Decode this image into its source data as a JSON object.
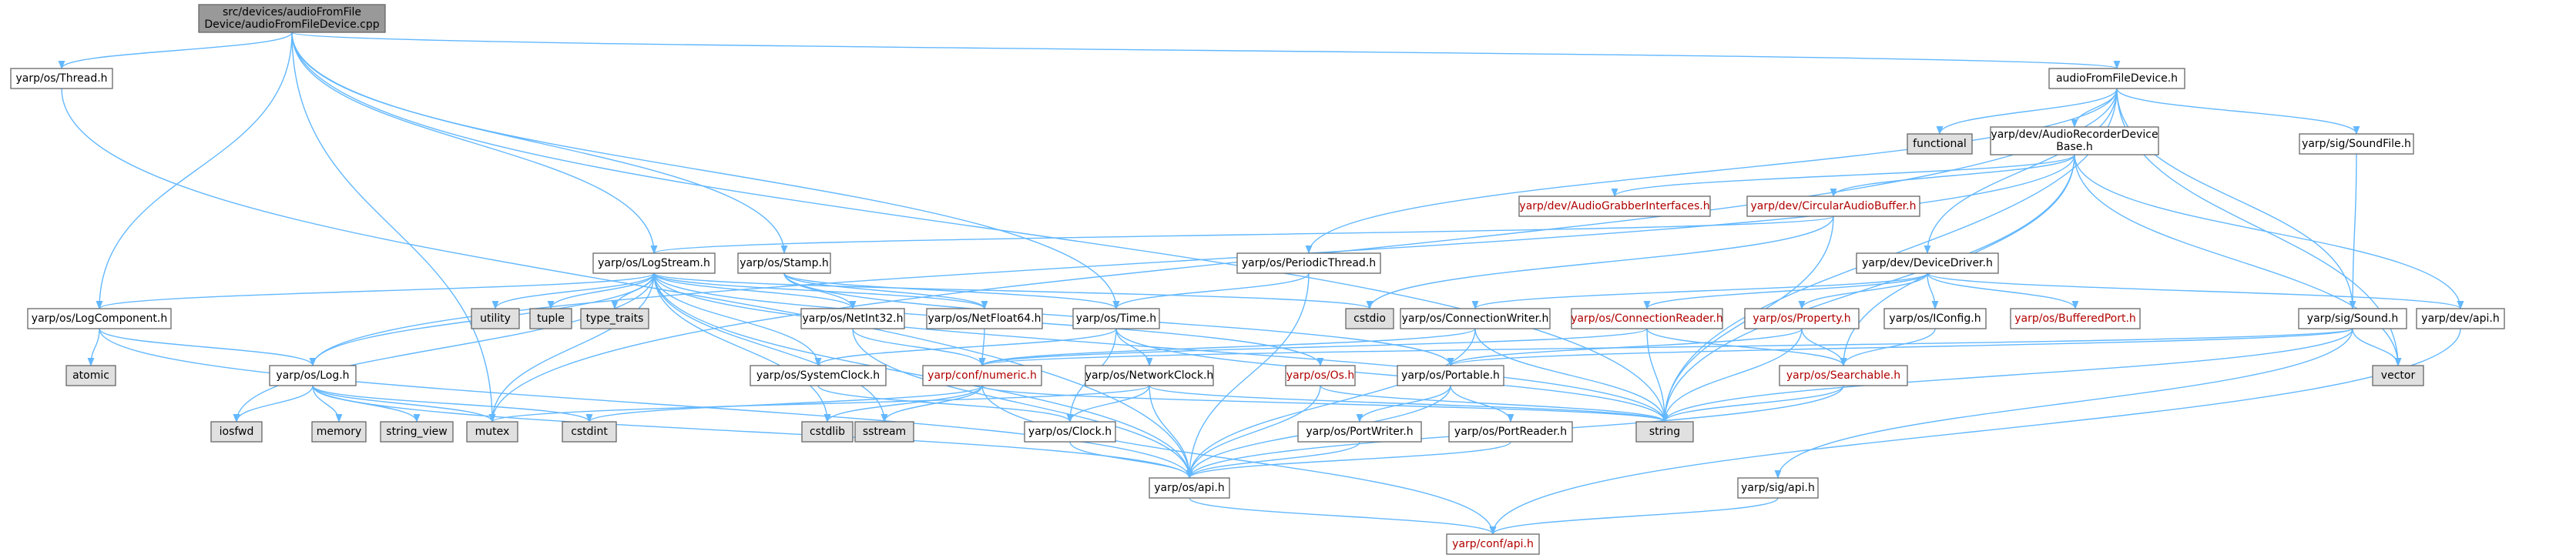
{
  "colors": {
    "edge": "#63b8ff",
    "node_fill": "#ffffff",
    "node_border": "#666666",
    "root_fill": "#999999",
    "system_fill": "#e0e0e0",
    "system_border": "#999999",
    "incomplete_border": "#ff0000",
    "text": "#000000"
  },
  "nodes": {
    "root": {
      "label": [
        "src/devices/audioFromFile",
        "Device/audioFromFileDevice.cpp"
      ],
      "kind": "root"
    },
    "thread": {
      "label": [
        "yarp/os/Thread.h"
      ],
      "kind": "normal"
    },
    "afd": {
      "label": [
        "audioFromFileDevice.h"
      ],
      "kind": "normal"
    },
    "functional": {
      "label": [
        "functional"
      ],
      "kind": "system"
    },
    "arbase": {
      "label": [
        "yarp/dev/AudioRecorderDevice",
        "Base.h"
      ],
      "kind": "normal"
    },
    "soundfile": {
      "label": [
        "yarp/sig/SoundFile.h"
      ],
      "kind": "normal"
    },
    "agi": {
      "label": [
        "yarp/dev/AudioGrabberInterfaces.h"
      ],
      "kind": "incomplete"
    },
    "cab": {
      "label": [
        "yarp/dev/CircularAudioBuffer.h"
      ],
      "kind": "incomplete"
    },
    "logstream": {
      "label": [
        "yarp/os/LogStream.h"
      ],
      "kind": "normal"
    },
    "stamp": {
      "label": [
        "yarp/os/Stamp.h"
      ],
      "kind": "normal"
    },
    "periodic": {
      "label": [
        "yarp/os/PeriodicThread.h"
      ],
      "kind": "normal"
    },
    "devdriver": {
      "label": [
        "yarp/dev/DeviceDriver.h"
      ],
      "kind": "normal"
    },
    "logcomp": {
      "label": [
        "yarp/os/LogComponent.h"
      ],
      "kind": "normal"
    },
    "utility": {
      "label": [
        "utility"
      ],
      "kind": "system"
    },
    "tuple": {
      "label": [
        "tuple"
      ],
      "kind": "system"
    },
    "typetraits": {
      "label": [
        "type_traits"
      ],
      "kind": "system"
    },
    "netint32": {
      "label": [
        "yarp/os/NetInt32.h"
      ],
      "kind": "normal"
    },
    "netfloat64": {
      "label": [
        "yarp/os/NetFloat64.h"
      ],
      "kind": "normal"
    },
    "time": {
      "label": [
        "yarp/os/Time.h"
      ],
      "kind": "normal"
    },
    "cstdio": {
      "label": [
        "cstdio"
      ],
      "kind": "system"
    },
    "connwriter": {
      "label": [
        "yarp/os/ConnectionWriter.h"
      ],
      "kind": "normal"
    },
    "connreader": {
      "label": [
        "yarp/os/ConnectionReader.h"
      ],
      "kind": "incomplete"
    },
    "property": {
      "label": [
        "yarp/os/Property.h"
      ],
      "kind": "incomplete"
    },
    "iconfig": {
      "label": [
        "yarp/os/IConfig.h"
      ],
      "kind": "normal"
    },
    "bufport": {
      "label": [
        "yarp/os/BufferedPort.h"
      ],
      "kind": "incomplete"
    },
    "sound": {
      "label": [
        "yarp/sig/Sound.h"
      ],
      "kind": "normal"
    },
    "devapi": {
      "label": [
        "yarp/dev/api.h"
      ],
      "kind": "normal"
    },
    "atomic": {
      "label": [
        "atomic"
      ],
      "kind": "system"
    },
    "log": {
      "label": [
        "yarp/os/Log.h"
      ],
      "kind": "normal"
    },
    "sysclock": {
      "label": [
        "yarp/os/SystemClock.h"
      ],
      "kind": "normal"
    },
    "numeric": {
      "label": [
        "yarp/conf/numeric.h"
      ],
      "kind": "incomplete"
    },
    "netclock": {
      "label": [
        "yarp/os/NetworkClock.h"
      ],
      "kind": "normal"
    },
    "osh": {
      "label": [
        "yarp/os/Os.h"
      ],
      "kind": "incomplete"
    },
    "portable": {
      "label": [
        "yarp/os/Portable.h"
      ],
      "kind": "normal"
    },
    "searchable": {
      "label": [
        "yarp/os/Searchable.h"
      ],
      "kind": "incomplete"
    },
    "vector": {
      "label": [
        "vector"
      ],
      "kind": "system"
    },
    "iosfwd": {
      "label": [
        "iosfwd"
      ],
      "kind": "system"
    },
    "memory": {
      "label": [
        "memory"
      ],
      "kind": "system"
    },
    "stringview": {
      "label": [
        "string_view"
      ],
      "kind": "system"
    },
    "mutex": {
      "label": [
        "mutex"
      ],
      "kind": "system"
    },
    "cstdint": {
      "label": [
        "cstdint"
      ],
      "kind": "system"
    },
    "cstdlib": {
      "label": [
        "cstdlib"
      ],
      "kind": "system"
    },
    "sstream": {
      "label": [
        "sstream"
      ],
      "kind": "system"
    },
    "clock": {
      "label": [
        "yarp/os/Clock.h"
      ],
      "kind": "normal"
    },
    "string": {
      "label": [
        "string"
      ],
      "kind": "system"
    },
    "portwriter": {
      "label": [
        "yarp/os/PortWriter.h"
      ],
      "kind": "normal"
    },
    "portreader": {
      "label": [
        "yarp/os/PortReader.h"
      ],
      "kind": "normal"
    },
    "osapi": {
      "label": [
        "yarp/os/api.h"
      ],
      "kind": "normal"
    },
    "sigapi": {
      "label": [
        "yarp/sig/api.h"
      ],
      "kind": "normal"
    },
    "confapi": {
      "label": [
        "yarp/conf/api.h"
      ],
      "kind": "incomplete"
    }
  },
  "edges": [
    [
      "root",
      "thread"
    ],
    [
      "root",
      "afd"
    ],
    [
      "root",
      "logstream"
    ],
    [
      "root",
      "stamp"
    ],
    [
      "root",
      "logcomp"
    ],
    [
      "root",
      "time"
    ],
    [
      "root",
      "mutex"
    ],
    [
      "root",
      "string"
    ],
    [
      "thread",
      "osapi"
    ],
    [
      "afd",
      "functional"
    ],
    [
      "afd",
      "arbase"
    ],
    [
      "afd",
      "soundfile"
    ],
    [
      "afd",
      "periodic"
    ],
    [
      "afd",
      "devdriver"
    ],
    [
      "afd",
      "sound"
    ],
    [
      "afd",
      "vector"
    ],
    [
      "afd",
      "mutex"
    ],
    [
      "afd",
      "string"
    ],
    [
      "arbase",
      "agi"
    ],
    [
      "arbase",
      "cab"
    ],
    [
      "arbase",
      "log"
    ],
    [
      "arbase",
      "devapi"
    ],
    [
      "arbase",
      "vector"
    ],
    [
      "arbase",
      "string"
    ],
    [
      "arbase",
      "searchable"
    ],
    [
      "soundfile",
      "sound"
    ],
    [
      "cab",
      "logstream"
    ],
    [
      "cab",
      "cstdio"
    ],
    [
      "cab",
      "string"
    ],
    [
      "logstream",
      "logcomp"
    ],
    [
      "logstream",
      "utility"
    ],
    [
      "logstream",
      "tuple"
    ],
    [
      "logstream",
      "typetraits"
    ],
    [
      "logstream",
      "netint32"
    ],
    [
      "logstream",
      "netfloat64"
    ],
    [
      "logstream",
      "cstdio"
    ],
    [
      "logstream",
      "sysclock"
    ],
    [
      "logstream",
      "log"
    ],
    [
      "logstream",
      "mutex"
    ],
    [
      "logstream",
      "iosfwd"
    ],
    [
      "logstream",
      "cstdlib"
    ],
    [
      "logstream",
      "sstream"
    ],
    [
      "logstream",
      "string"
    ],
    [
      "logstream",
      "osapi"
    ],
    [
      "logstream",
      "osh"
    ],
    [
      "stamp",
      "time"
    ],
    [
      "stamp",
      "portable"
    ],
    [
      "stamp",
      "netint32"
    ],
    [
      "stamp",
      "netfloat64"
    ],
    [
      "periodic",
      "time"
    ],
    [
      "periodic",
      "osapi"
    ],
    [
      "devdriver",
      "connwriter"
    ],
    [
      "devdriver",
      "connreader"
    ],
    [
      "devdriver",
      "property"
    ],
    [
      "devdriver",
      "iconfig"
    ],
    [
      "devdriver",
      "bufport"
    ],
    [
      "devdriver",
      "devapi"
    ],
    [
      "logcomp",
      "atomic"
    ],
    [
      "logcomp",
      "log"
    ],
    [
      "logcomp",
      "osapi"
    ],
    [
      "netint32",
      "numeric"
    ],
    [
      "netint32",
      "osapi"
    ],
    [
      "netfloat64",
      "numeric"
    ],
    [
      "time",
      "sysclock"
    ],
    [
      "time",
      "netclock"
    ],
    [
      "time",
      "clock"
    ],
    [
      "time",
      "string"
    ],
    [
      "connwriter",
      "numeric"
    ],
    [
      "connwriter",
      "string"
    ],
    [
      "connwriter",
      "osapi"
    ],
    [
      "connreader",
      "numeric"
    ],
    [
      "connreader",
      "searchable"
    ],
    [
      "connreader",
      "string"
    ],
    [
      "property",
      "portable"
    ],
    [
      "property",
      "searchable"
    ],
    [
      "property",
      "string"
    ],
    [
      "iconfig",
      "searchable"
    ],
    [
      "sound",
      "numeric"
    ],
    [
      "sound",
      "portable"
    ],
    [
      "sound",
      "string"
    ],
    [
      "sound",
      "vector"
    ],
    [
      "sound",
      "sigapi"
    ],
    [
      "devapi",
      "confapi"
    ],
    [
      "log",
      "memory"
    ],
    [
      "log",
      "stringview"
    ],
    [
      "log",
      "mutex"
    ],
    [
      "log",
      "cstdint"
    ],
    [
      "log",
      "iosfwd"
    ],
    [
      "log",
      "osapi"
    ],
    [
      "sysclock",
      "clock"
    ],
    [
      "numeric",
      "cstdint"
    ],
    [
      "numeric",
      "cstdlib"
    ],
    [
      "numeric",
      "sstream"
    ],
    [
      "numeric",
      "string"
    ],
    [
      "numeric",
      "confapi"
    ],
    [
      "netclock",
      "clock"
    ],
    [
      "netclock",
      "mutex"
    ],
    [
      "netclock",
      "string"
    ],
    [
      "netclock",
      "osapi"
    ],
    [
      "osh",
      "string"
    ],
    [
      "osh",
      "osapi"
    ],
    [
      "portable",
      "portwriter"
    ],
    [
      "portable",
      "portreader"
    ],
    [
      "portable",
      "osapi"
    ],
    [
      "searchable",
      "string"
    ],
    [
      "searchable",
      "osapi"
    ],
    [
      "clock",
      "osapi"
    ],
    [
      "portwriter",
      "osapi"
    ],
    [
      "portreader",
      "osapi"
    ],
    [
      "osapi",
      "confapi"
    ],
    [
      "sigapi",
      "confapi"
    ]
  ]
}
